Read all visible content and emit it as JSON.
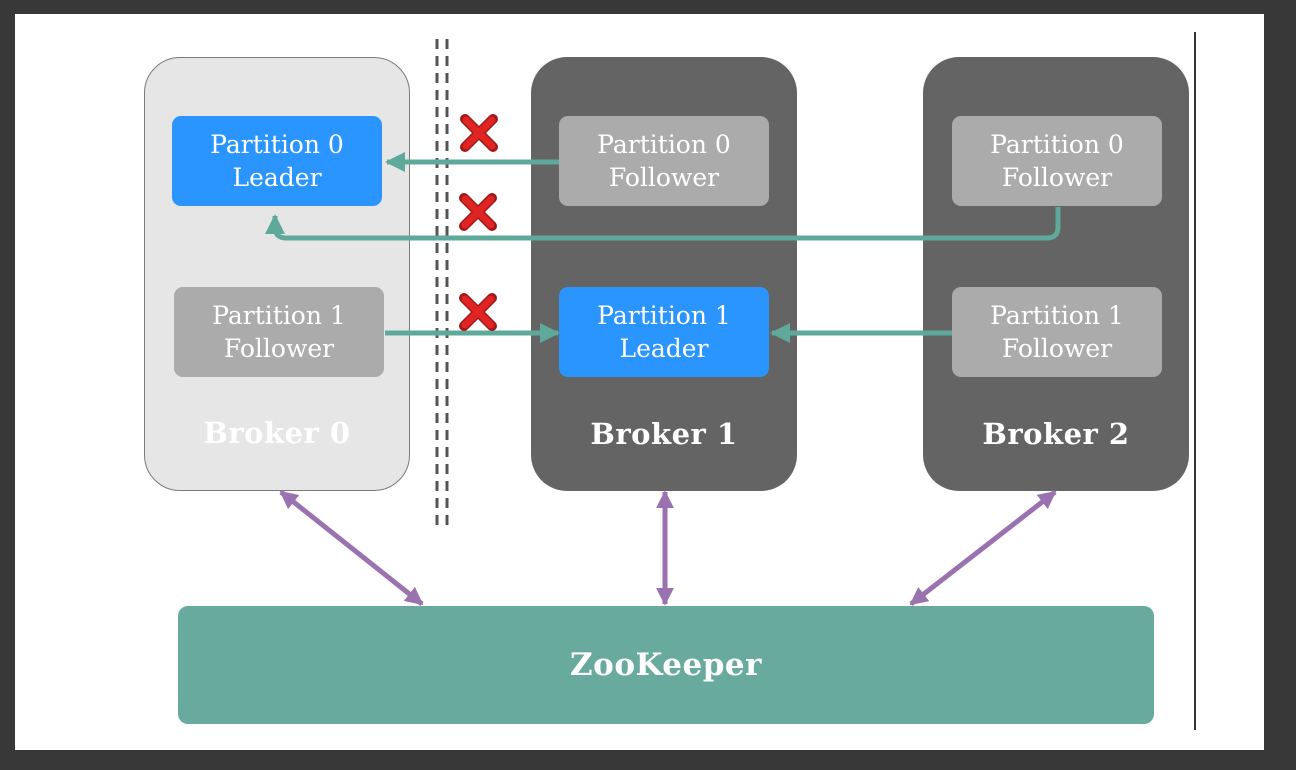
{
  "brokers": [
    {
      "label": "Broker 0"
    },
    {
      "label": "Broker 1"
    },
    {
      "label": "Broker 2"
    }
  ],
  "partitions": {
    "b0_p0": {
      "line1": "Partition 0",
      "line2": "Leader"
    },
    "b0_p1": {
      "line1": "Partition 1",
      "line2": "Follower"
    },
    "b1_p0": {
      "line1": "Partition 0",
      "line2": "Follower"
    },
    "b1_p1": {
      "line1": "Partition 1",
      "line2": "Leader"
    },
    "b2_p0": {
      "line1": "Partition 0",
      "line2": "Follower"
    },
    "b2_p1": {
      "line1": "Partition 1",
      "line2": "Follower"
    }
  },
  "zookeeper": {
    "label": "ZooKeeper"
  },
  "colors": {
    "leader": "#2b95ff",
    "follower": "#ababab",
    "replication_arrow": "#5fa99b",
    "zk_arrow": "#9b72b0",
    "failure_mark": "#e02424",
    "zookeeper": "#68aa9e"
  },
  "icons": {
    "failure": "red-x-icon"
  }
}
